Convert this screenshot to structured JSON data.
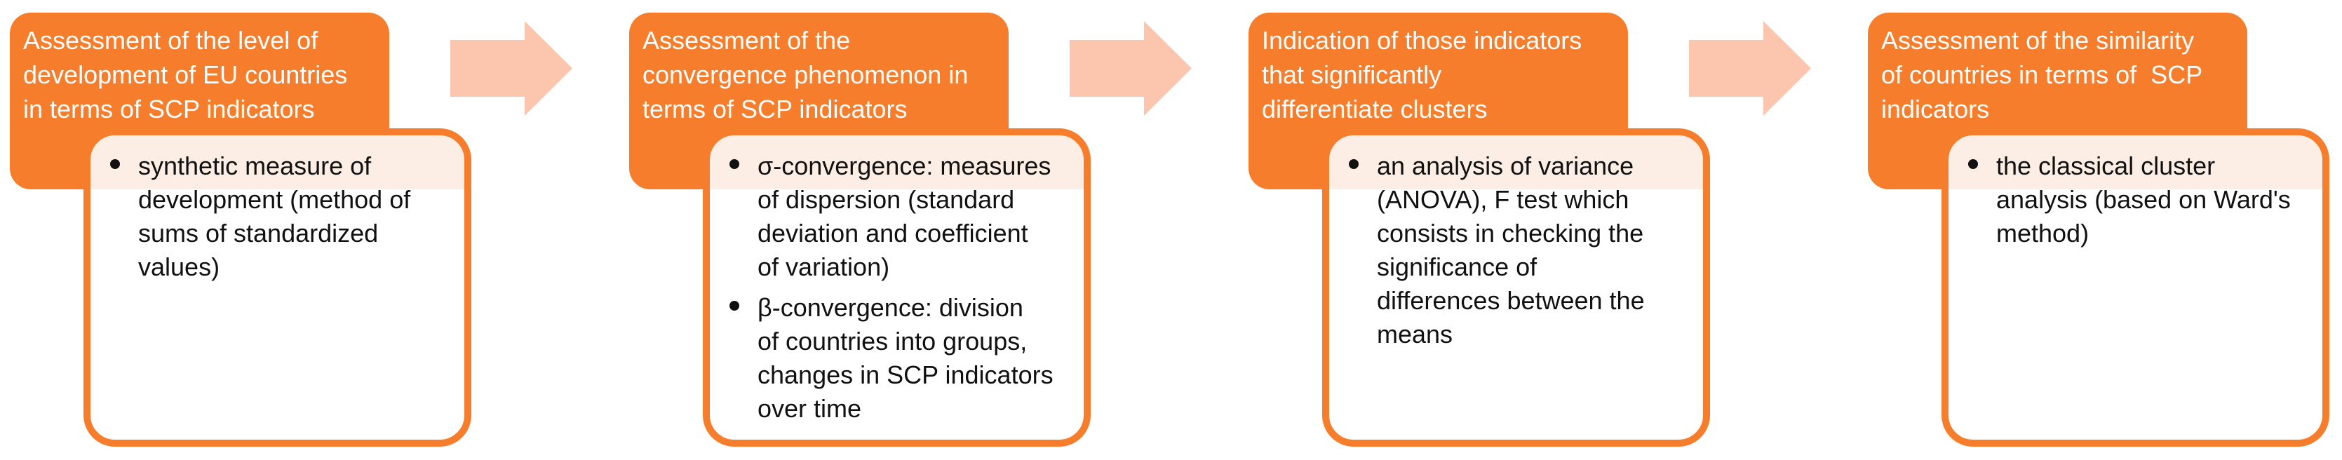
{
  "diagram": {
    "type": "process-flow",
    "direction": "left-to-right",
    "steps": [
      {
        "title": "Assessment of the level of\ndevelopment of EU countries\nin terms of SCP indicators",
        "bullets": [
          "synthetic measure of\ndevelopment (method of\nsums of standardized\nvalues)"
        ]
      },
      {
        "title": "Assessment of the\nconvergence phenomenon in\nterms of SCP indicators",
        "bullets": [
          "σ-convergence: measures\nof dispersion (standard\ndeviation and coefficient\nof variation)",
          "β-convergence: division\nof countries into groups,\nchanges in SCP indicators\nover time"
        ]
      },
      {
        "title": "Indication of those indicators\nthat significantly\ndifferentiate clusters",
        "bullets": [
          "an analysis of variance\n(ANOVA), F test which\nconsists in checking the\nsignificance of\ndifferences between the\nmeans"
        ]
      },
      {
        "title": "Assessment of the similarity\nof countries in terms of  SCP\nindicators",
        "bullets": [
          "the classical cluster\nanalysis (based on Ward's\nmethod)"
        ]
      }
    ],
    "arrow_count": 3,
    "colors": {
      "accent_orange": "#f67d2b",
      "arrow_fill": "#fbc5ae",
      "overlap_tint": "#fdeee5",
      "body_fill": "#ffffff",
      "header_text": "#ffffff",
      "body_text": "#111111"
    }
  }
}
